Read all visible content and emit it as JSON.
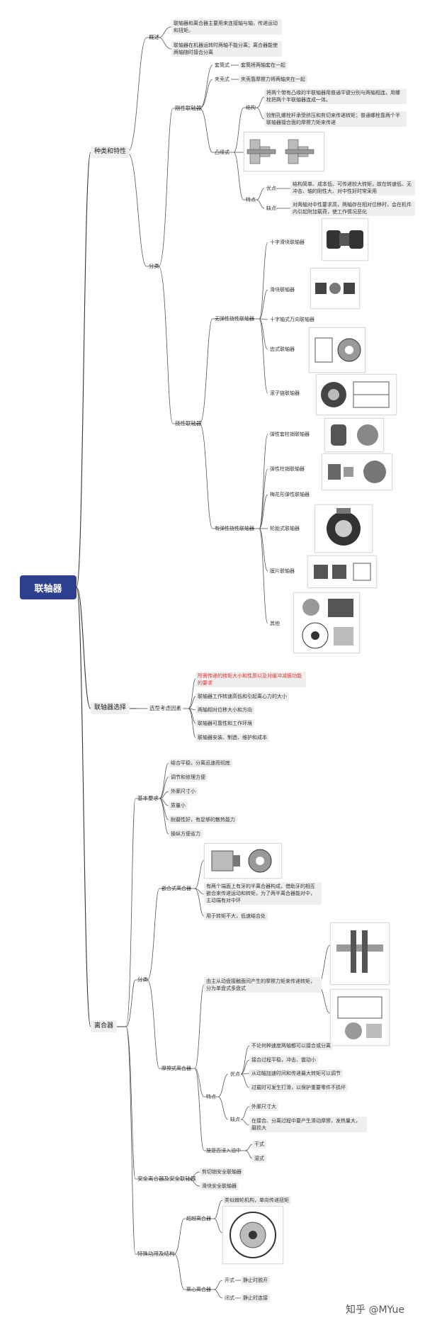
{
  "root": "联轴器",
  "watermark": "知乎 @MYue",
  "s1": {
    "title": "种类和特性",
    "overview": {
      "label": "概述",
      "t1": "联轴器和离合器主要用来连接轴与轴，传递运动和扭矩。",
      "t2": "联轴器在机器运转时两轴不能分离；离合器能使两轴随时接合分离"
    },
    "classify": "分类",
    "rigid": {
      "label": "刚性联轴器",
      "sleeve": "套筒式",
      "sleeve_d": "套筒将两轴套在一起",
      "clamp": "夹壳式",
      "clamp_d": "夹壳靠摩擦力将两轴夹在一起",
      "flange": "凸缘式",
      "structure": "结构",
      "st1": "将两个带有凸缘的半联轴器用普通平键分别与两轴相连，用螺栓把两个半联轴器连成一体。",
      "st2": "铰制孔螺栓杆承受挤压和剪切来传递转矩；普通螺栓靠两个半联轴器接合面的摩擦力矩来传递",
      "feature": "特点",
      "pro": "优点",
      "pro_d": "结构简单、成本低、可传递较大转矩，故在转速低、无冲击、轴的刚性大、对中性好时常采用",
      "con": "缺点",
      "con_d": "对两轴对中性要求高，两轴存在相对位移时，会在机件内引起附加载荷，使工作情况恶化"
    },
    "flex": {
      "label": "挠性联轴器",
      "no_elastic": "无弹性挠性联轴器",
      "ne": [
        "十字滑块联轴器",
        "滑块联轴器",
        "十字轴式万向联轴器",
        "齿式联轴器",
        "滚子链联轴器"
      ],
      "elastic": "有弹性挠性联轴器",
      "el": [
        "弹性套柱销联轴器",
        "弹性柱销联轴器",
        "梅花形弹性联轴器",
        "轮胎式联轴器",
        "膜片联轴器",
        "其他"
      ]
    }
  },
  "s2": {
    "title": "联轴器选择",
    "factors": "选型考虑因素",
    "items": [
      "所需传递的转矩大小和性质以及对缓冲减振功能的要求",
      "联轴器工作转速高低和引起离心力的大小",
      "两轴相对位移大小和方向",
      "联轴器可靠性和工作环境",
      "联轴器安装、制造、维护和成本"
    ]
  },
  "s3": {
    "title": "离合器",
    "basic": "基本要求",
    "basic_items": [
      "结合平稳，分离迅速而彻底",
      "调节和修理方便",
      "外廓尺寸小",
      "质量小",
      "耐磨性好，有足够的散热能力",
      "操纵方便省力"
    ],
    "classify": "分类",
    "jaw": {
      "label": "嵌合式离合器",
      "d1": "有两个端面上有牙的半离合器构成，借助牙的相互嵌合来传递运动和转矩，为了两半离合器能对中，主动端有对中环",
      "d2": "用于转矩不大，低速结合处"
    },
    "friction": {
      "label": "摩擦式离合器",
      "d1": "由主从动盘接触面间产生的摩擦力矩来传递转矩，分为单盘式多盘式",
      "feature": "特点",
      "pro": "优点",
      "pros": [
        "不论何种速度两轴都可以接合或分离",
        "接合过程平稳，冲击、震动小",
        "从动轴加速时间和传递最大转矩可以调节",
        "过载时可发生打滑，以保护重要零件不损坏"
      ],
      "con": "缺点",
      "cons": [
        "外廓尺寸大",
        "在接合、分离过程中要产生滑动摩擦，发热量大，磨损大"
      ],
      "oil": "按是否浸入油中",
      "dry": "干式",
      "wet": "湿式"
    },
    "safety": {
      "label": "安全离合器及安全联轴器",
      "items": [
        "剪切销安全联轴器",
        "滑块安全联轴器"
      ]
    },
    "special": {
      "label": "特殊功用及结构",
      "overrun": "超越离合器",
      "overrun_d": "类似棘轮机构，单向传递扭矩",
      "centrifugal": "离心离合器",
      "open": "开式",
      "open_d": "静止时脱开",
      "closed": "闭式",
      "closed_d": "静止时连接"
    }
  }
}
